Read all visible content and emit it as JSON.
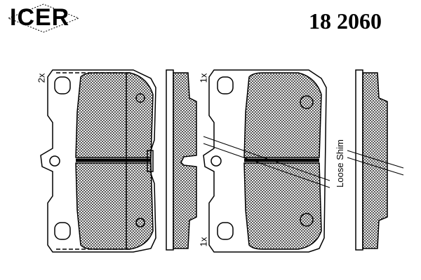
{
  "brand": "ICER",
  "part_number": "18 2060",
  "labels": {
    "qty_pad_left": "2x",
    "qty_pad_right_top": "1x",
    "qty_pad_right_bottom": "1x",
    "loose_shim": "Loose Shim"
  },
  "colors": {
    "line": "#000000",
    "background": "#ffffff"
  }
}
